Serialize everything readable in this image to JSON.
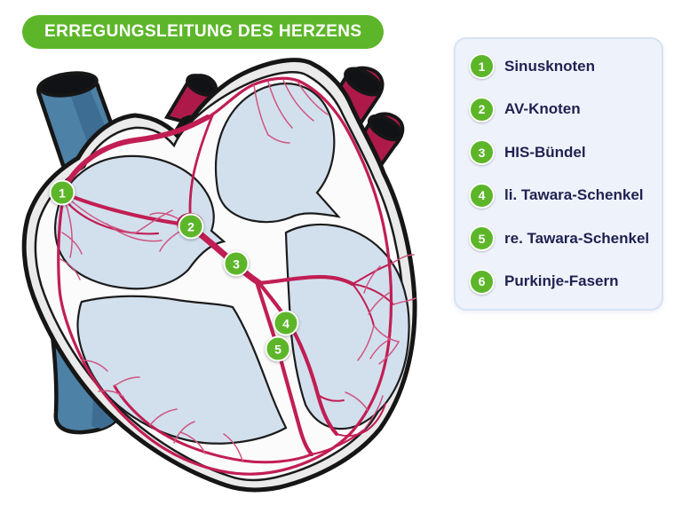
{
  "title": {
    "text": "ERREGUNGSLEITUNG DES HERZENS"
  },
  "legend": {
    "items": [
      {
        "number": "1",
        "label": "Sinusknoten"
      },
      {
        "number": "2",
        "label": "AV-Knoten"
      },
      {
        "number": "3",
        "label": "HIS-Bündel"
      },
      {
        "number": "4",
        "label": "li. Tawara-Schenkel"
      },
      {
        "number": "5",
        "label": "re. Tawara-Schenkel"
      },
      {
        "number": "6",
        "label": "Purkinje-Fasern"
      }
    ]
  },
  "diagram": {
    "markers": [
      {
        "number": "1"
      },
      {
        "number": "2"
      },
      {
        "number": "3"
      },
      {
        "number": "4"
      },
      {
        "number": "5"
      }
    ]
  },
  "colors": {
    "accent_green": "#5db62a",
    "text_navy": "#1f2150",
    "conduction_crimson": "#c11e53",
    "fiber_pink": "#cf5580",
    "vessel_crimson": "#ad1a4a",
    "vessel_blue": "#4d81a6",
    "chamber_blue": "#d2e0ee",
    "panel_bg": "#eef3fb",
    "panel_border": "#d7e3f3"
  }
}
